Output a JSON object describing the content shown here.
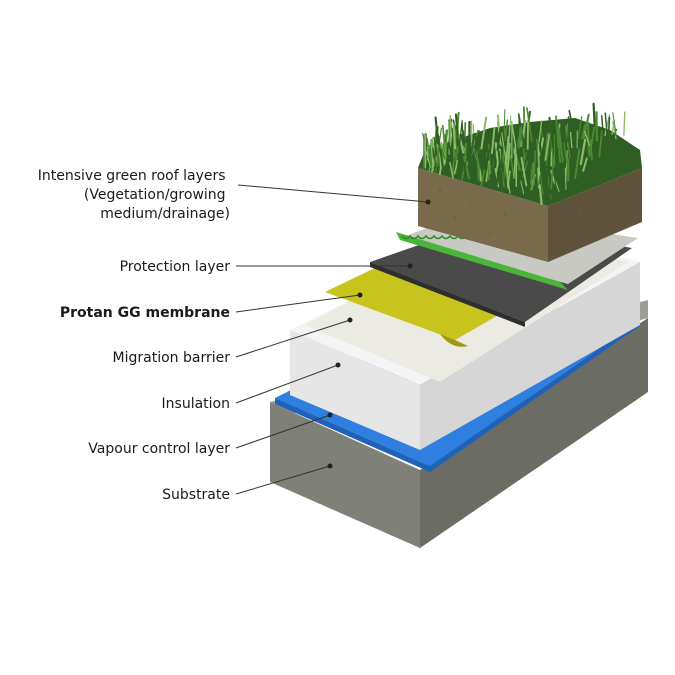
{
  "labels": {
    "green_roof": [
      "Intensive green roof layers",
      "(Vegetation/growing",
      "medium/drainage)"
    ],
    "protection": "Protection layer",
    "membrane": "Protan GG membrane",
    "migration": "Migration barrier",
    "insulation": "Insulation",
    "vapour": "Vapour control layer",
    "substrate": "Substrate"
  },
  "colors": {
    "substrate_top": "#9c9e93",
    "substrate_front": "#7f8178",
    "substrate_side": "#6b6d65",
    "vapour": "#2f7fe0",
    "vapour_edge": "#1f62b8",
    "insulation_top": "#f4f4f4",
    "insulation_front": "#e6e6e6",
    "insulation_side": "#d6d6d6",
    "migration": "#ebebe4",
    "membrane": "#c8c41e",
    "membrane_edge": "#9e9a14",
    "protection": "#4a4a4a",
    "protection_edge": "#2e2e2e",
    "drainage_green": "#4bb43a",
    "drainage_grey": "#c9c9c4",
    "soil_front": "#7a6a4c",
    "soil_side": "#5f523a",
    "grass_dark": "#2f5e22",
    "grass_mid": "#4c8a33",
    "grass_light": "#8cbc6a"
  }
}
